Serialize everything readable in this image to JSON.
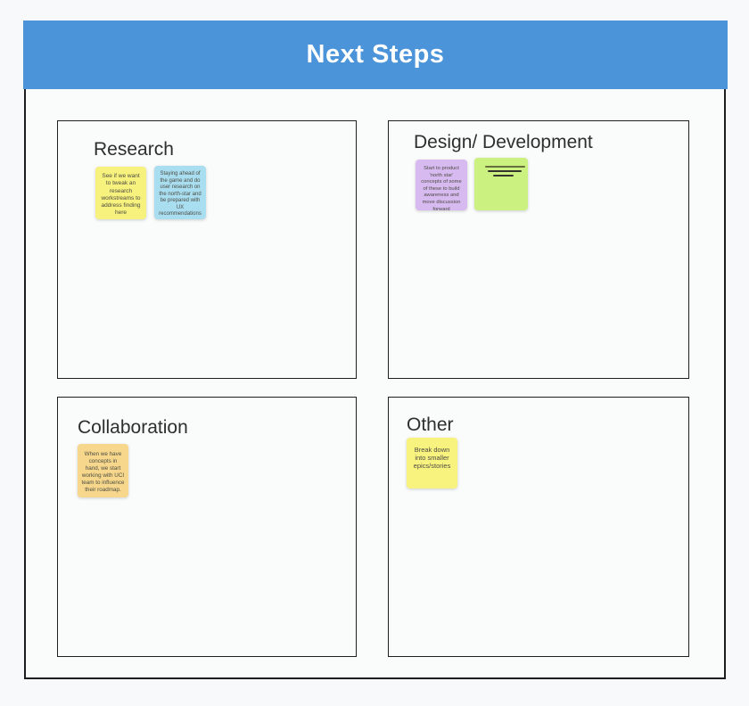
{
  "board": {
    "header": {
      "title": "Next Steps",
      "bg_color": "#4b94d9",
      "text_color": "#ffffff"
    },
    "sections": [
      {
        "id": "research",
        "title": "Research",
        "notes": [
          {
            "id": "note-research-1",
            "color": "#f7f17d",
            "text": "See if we want to tweak an research workstreams to address finding here"
          },
          {
            "id": "note-research-2",
            "color": "#a9def0",
            "text": "Staying ahead of the game and do user research on the north-star and be prepared with UX recommendations"
          }
        ]
      },
      {
        "id": "design-development",
        "title": "Design/ Development",
        "notes": [
          {
            "id": "note-design-1",
            "color": "#d7baf0",
            "text": "Start to product 'north star' concepts of some of these to build awareness and move discussion forward"
          },
          {
            "id": "note-design-2",
            "color": "#cbf180",
            "text": "",
            "content": "scribble-lines",
            "scribble_line_count": 3
          }
        ]
      },
      {
        "id": "collaboration",
        "title": "Collaboration",
        "notes": [
          {
            "id": "note-collab-1",
            "color": "#f6d78b",
            "text": "When we have concepts in hand, we start working with UCI team to influence their roadmap."
          }
        ]
      },
      {
        "id": "other",
        "title": "Other",
        "notes": [
          {
            "id": "note-other-1",
            "color": "#f8f27f",
            "text": "Break down into smaller epics/stories"
          }
        ]
      }
    ]
  }
}
